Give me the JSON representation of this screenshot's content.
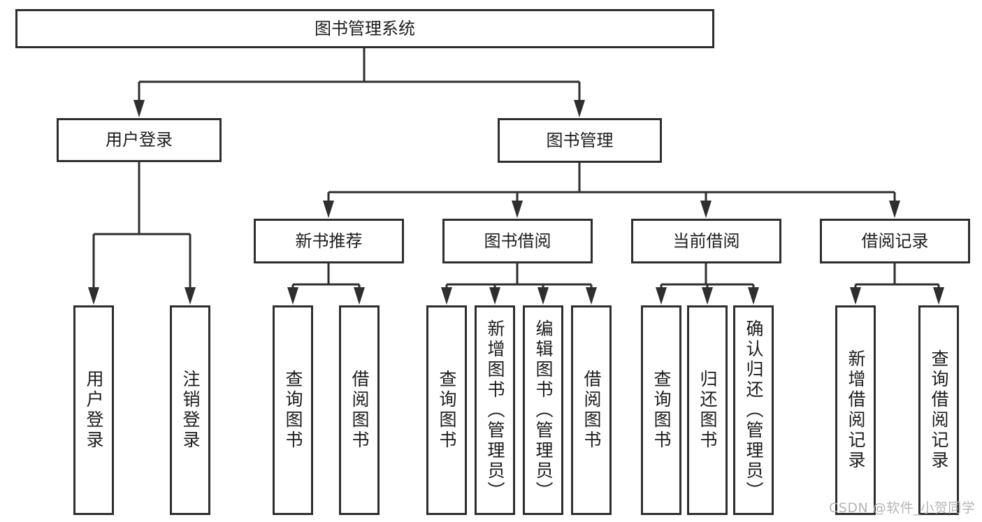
{
  "colors": {
    "line_color": "#2e2e2e",
    "text_color": "#1c1c1c",
    "bg_color": "#ffffff",
    "watermark_color": "#b5b5b5"
  },
  "tree": {
    "root": {
      "label": "图书管理系统"
    },
    "branches": [
      {
        "label": "用户登录",
        "children": [
          {
            "label": "用户登录"
          },
          {
            "label": "注销登录"
          }
        ]
      },
      {
        "label": "图书管理",
        "children": [
          {
            "label": "新书推荐",
            "children": [
              {
                "label": "查询图书"
              },
              {
                "label": "借阅图书"
              }
            ]
          },
          {
            "label": "图书借阅",
            "children": [
              {
                "label": "查询图书"
              },
              {
                "label": "新增图书（管理员）"
              },
              {
                "label": "编辑图书（管理员）"
              },
              {
                "label": "借阅图书"
              }
            ]
          },
          {
            "label": "当前借阅",
            "children": [
              {
                "label": "查询图书"
              },
              {
                "label": "归还图书"
              },
              {
                "label": "确认归还（管理员）"
              }
            ]
          },
          {
            "label": "借阅记录",
            "children": [
              {
                "label": "新增借阅记录"
              },
              {
                "label": "查询借阅记录"
              }
            ]
          }
        ]
      }
    ]
  },
  "watermark": {
    "text": "CSDN @软件_小贺同学"
  }
}
